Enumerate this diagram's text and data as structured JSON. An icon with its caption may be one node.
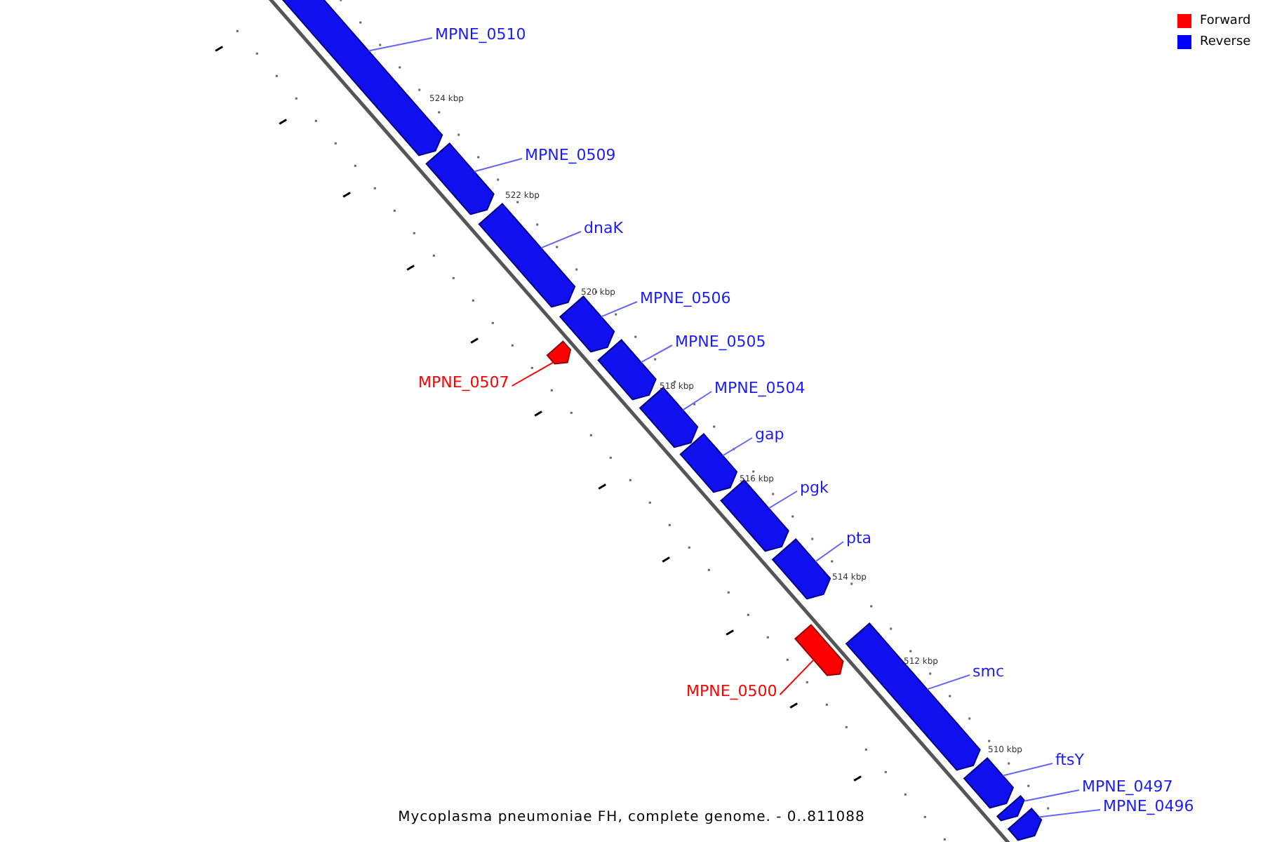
{
  "diagram": {
    "caption": "Mycoplasma pneumoniae FH, complete genome. - 0..811088",
    "nodes": [
      {
        "text": [
          "MPNE_0510"
        ]
      },
      {
        "text": [],
        "shape": "bar"
      },
      {
        "text": [
          "MPNE_0509"
        ]
      },
      {
        "text": [],
        "shape": "bar"
      },
      {
        "text": [
          "dnaK"
        ]
      },
      {
        "text": [],
        "shape": "bar"
      },
      {
        "text": [
          "MPNE_0507"
        ]
      },
      {
        "text": [],
        "shape": "bar"
      },
      {
        "text": [
          "MPNE_0506"
        ]
      },
      {
        "text": [],
        "shape": "bar"
      },
      {
        "text": [
          "MPNE_0505"
        ]
      },
      {
        "text": [],
        "shape": "bar"
      },
      {
        "text": [
          "MPNE_0504"
        ]
      },
      {
        "text": [],
        "shape": "bar"
      },
      {
        "text": [
          "gap"
        ]
      },
      {
        "text": [],
        "shape": "bar"
      },
      {
        "text": [
          "pgk"
        ]
      },
      {
        "text": [],
        "shape": "bar"
      },
      {
        "text": [
          "pta"
        ]
      },
      {
        "text": [],
        "shape": "bar"
      },
      {
        "text": [
          "MPNE_0500"
        ]
      },
      {
        "text": [],
        "shape": "bar"
      },
      {
        "text": [
          "smc"
        ]
      },
      {
        "text": [],
        "shape": "bar"
      },
      {
        "text": [
          "ftsY"
        ]
      },
      {
        "text": [],
        "shape": "bar"
      },
      {
        "text": [
          "MPNE_0497"
        ]
      },
      {
        "text": [],
        "shape": "bar"
      },
      {
        "text": [
          "MPNE_0496"
        ]
      },
      {
        "text": [],
        "shape": "bar"
      }
    ],
    "edges": [
      {
        "from": 0,
        "to": 1,
        "arrow": "none"
      },
      {
        "from": 2,
        "to": 3,
        "arrow": "none"
      },
      {
        "from": 4,
        "to": 5,
        "arrow": "none"
      },
      {
        "from": 6,
        "to": 7,
        "arrow": "none",
        "color": "#ff0000"
      },
      {
        "from": 8,
        "to": 9,
        "arrow": "none"
      },
      {
        "from": 10,
        "to": 11,
        "arrow": "none"
      },
      {
        "from": 12,
        "to": 13,
        "arrow": "none"
      },
      {
        "from": 14,
        "to": 15,
        "arrow": "none"
      },
      {
        "from": 16,
        "to": 17,
        "arrow": "none"
      },
      {
        "from": 18,
        "to": 19,
        "arrow": "none"
      },
      {
        "from": 20,
        "to": 21,
        "arrow": "none",
        "color": "#ff0000"
      },
      {
        "from": 22,
        "to": 23,
        "arrow": "none"
      },
      {
        "from": 24,
        "to": 25,
        "arrow": "none"
      },
      {
        "from": 26,
        "to": 27,
        "arrow": "none"
      },
      {
        "from": 28,
        "to": 29,
        "arrow": "none"
      }
    ],
    "labels": [
      "524 kbp",
      "522 kbp",
      "520 kbp",
      "518 kbp",
      "516 kbp",
      "514 kbp",
      "512 kbp",
      "510 kbp"
    ],
    "legend": [
      {
        "text": "Forward",
        "color": "#ff0000"
      },
      {
        "text": "Reverse",
        "color": "#0000ff"
      }
    ]
  }
}
